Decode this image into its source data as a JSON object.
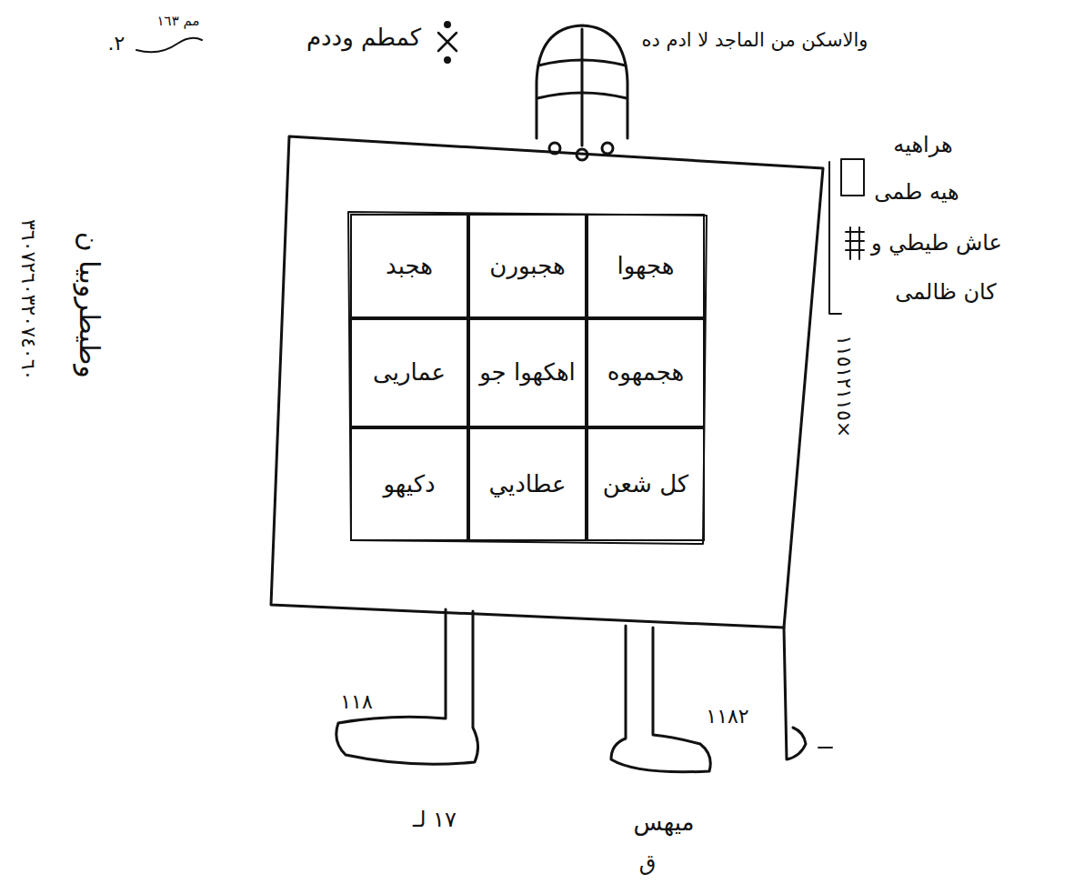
{
  "diagram": {
    "nodes": [
      {
        "text": [
          "هجهوا"
        ]
      },
      {
        "text": [
          "هجبورن"
        ]
      },
      {
        "text": [
          "هجبد"
        ]
      },
      {
        "text": [
          "هجمهوه"
        ]
      },
      {
        "text": [
          "اهكهوا جو"
        ]
      },
      {
        "text": [
          "عماريى"
        ]
      },
      {
        "text": [
          "كل شعن"
        ]
      },
      {
        "text": [
          "عطاديي"
        ]
      },
      {
        "text": [
          "دكيهو"
        ]
      }
    ],
    "labels": [
      "والاسكن من الماجد لا ادم ده",
      "كمطم وددم",
      "مم ١٦٣",
      "٢.",
      "هراهيه",
      "هيه طمى",
      "عاش طيطي و",
      "كان ظالمى",
      "×١١٥١٢١١٥",
      "٣٦٠٧٢٦٠٣٢٠٧٤٠٦٠",
      "وطيطروبيا ن",
      "١١٨",
      "١١٨٢",
      "١٧ لـ",
      "ميهس",
      "ق"
    ]
  }
}
